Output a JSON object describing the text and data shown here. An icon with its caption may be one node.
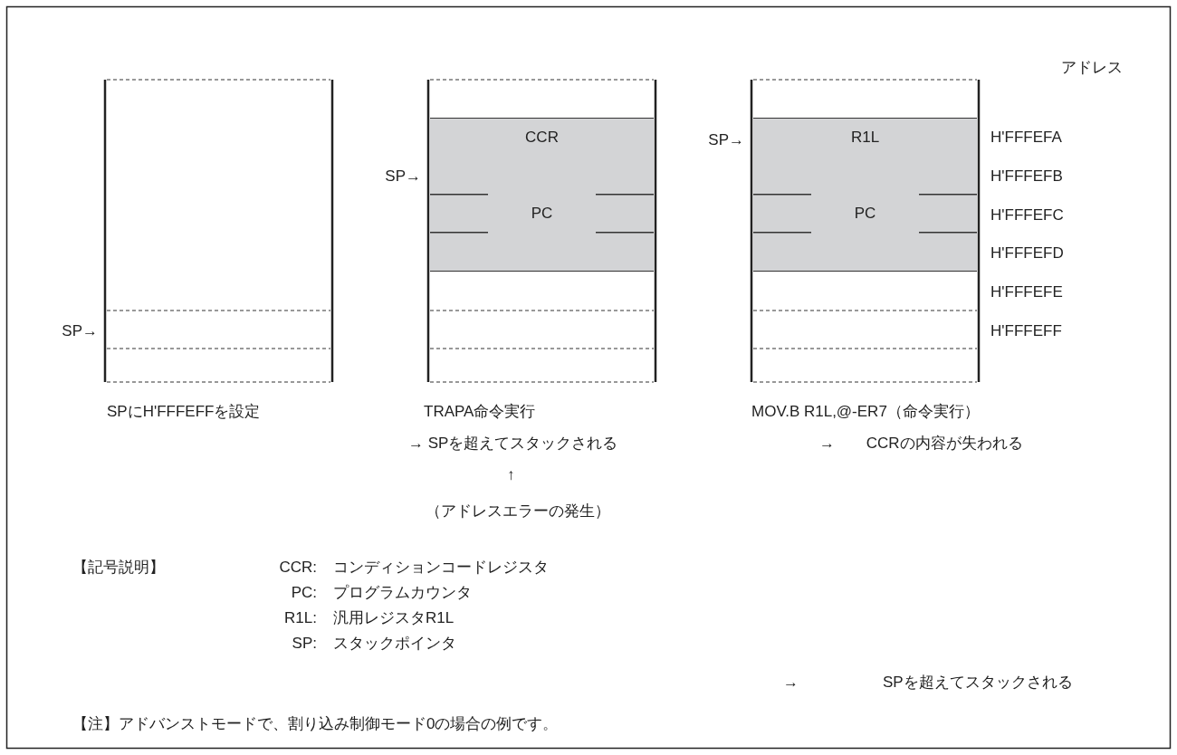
{
  "diagram": {
    "nodes": [
      {
        "text": [
          "CCR"
        ]
      },
      {
        "text": [
          "PC"
        ]
      },
      {
        "text": [
          "R1L"
        ]
      },
      {
        "text": [
          "PC"
        ]
      }
    ],
    "labels": [
      "アドレス",
      "SP→",
      "H'FFFEFA",
      "SP→",
      "H'FFFEFB",
      "H'FFFEFC",
      "H'FFFEFD",
      "H'FFFEFE",
      "SP→",
      "H'FFFEFF",
      "SPにH'FFFEFFを設定",
      "TRAPA命令実行",
      "MOV.B R1L,@-ER7（命令実行）",
      "→ SPを超えてスタックされる",
      "→ CCRの内容が失われる",
      "↑",
      "（アドレスエラーの発生）",
      "【記号説明】",
      "CCR:",
      "コンディションコードレジスタ",
      "PC:",
      "プログラムカウンタ",
      "R1L:",
      "汎用レジスタR1L",
      "SP:",
      "スタックポインタ",
      "→",
      "SPを超えてスタックされる",
      "【注】アドバンストモードで、割り込み制御モード0の場合の例です。"
    ]
  }
}
